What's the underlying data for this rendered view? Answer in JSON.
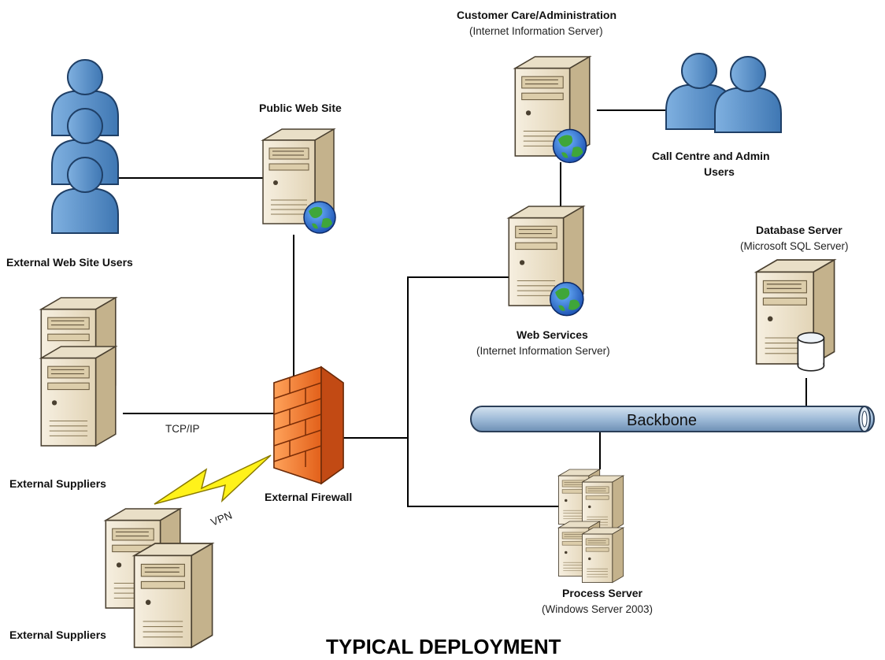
{
  "title": "TYPICAL DEPLOYMENT",
  "nodes": {
    "customer_care": {
      "title": "Customer Care/Administration",
      "subtitle": "(Internet Information Server)"
    },
    "call_centre_users": {
      "line1": "Call Centre and Admin",
      "line2": "Users"
    },
    "public_web_site": {
      "title": "Public Web Site"
    },
    "external_web_users": {
      "title": "External Web Site Users"
    },
    "database_server": {
      "title": "Database Server",
      "subtitle": "(Microsoft SQL Server)"
    },
    "web_services": {
      "title": "Web Services",
      "subtitle": "(Internet Information Server)"
    },
    "external_suppliers_1": {
      "title": "External Suppliers"
    },
    "external_suppliers_2": {
      "title": "External Suppliers"
    },
    "firewall": {
      "title": "External Firewall"
    },
    "process_server": {
      "title": "Process Server",
      "subtitle": "(Windows Server 2003)"
    },
    "backbone": {
      "label": "Backbone"
    }
  },
  "links": {
    "tcpip": "TCP/IP",
    "vpn": "VPN"
  },
  "colors": {
    "server_body": "#ede2cc",
    "server_side": "#c9b893",
    "user": "#5f93c9",
    "backbone": "#a9c1da",
    "firewall": "#f07a2b"
  }
}
